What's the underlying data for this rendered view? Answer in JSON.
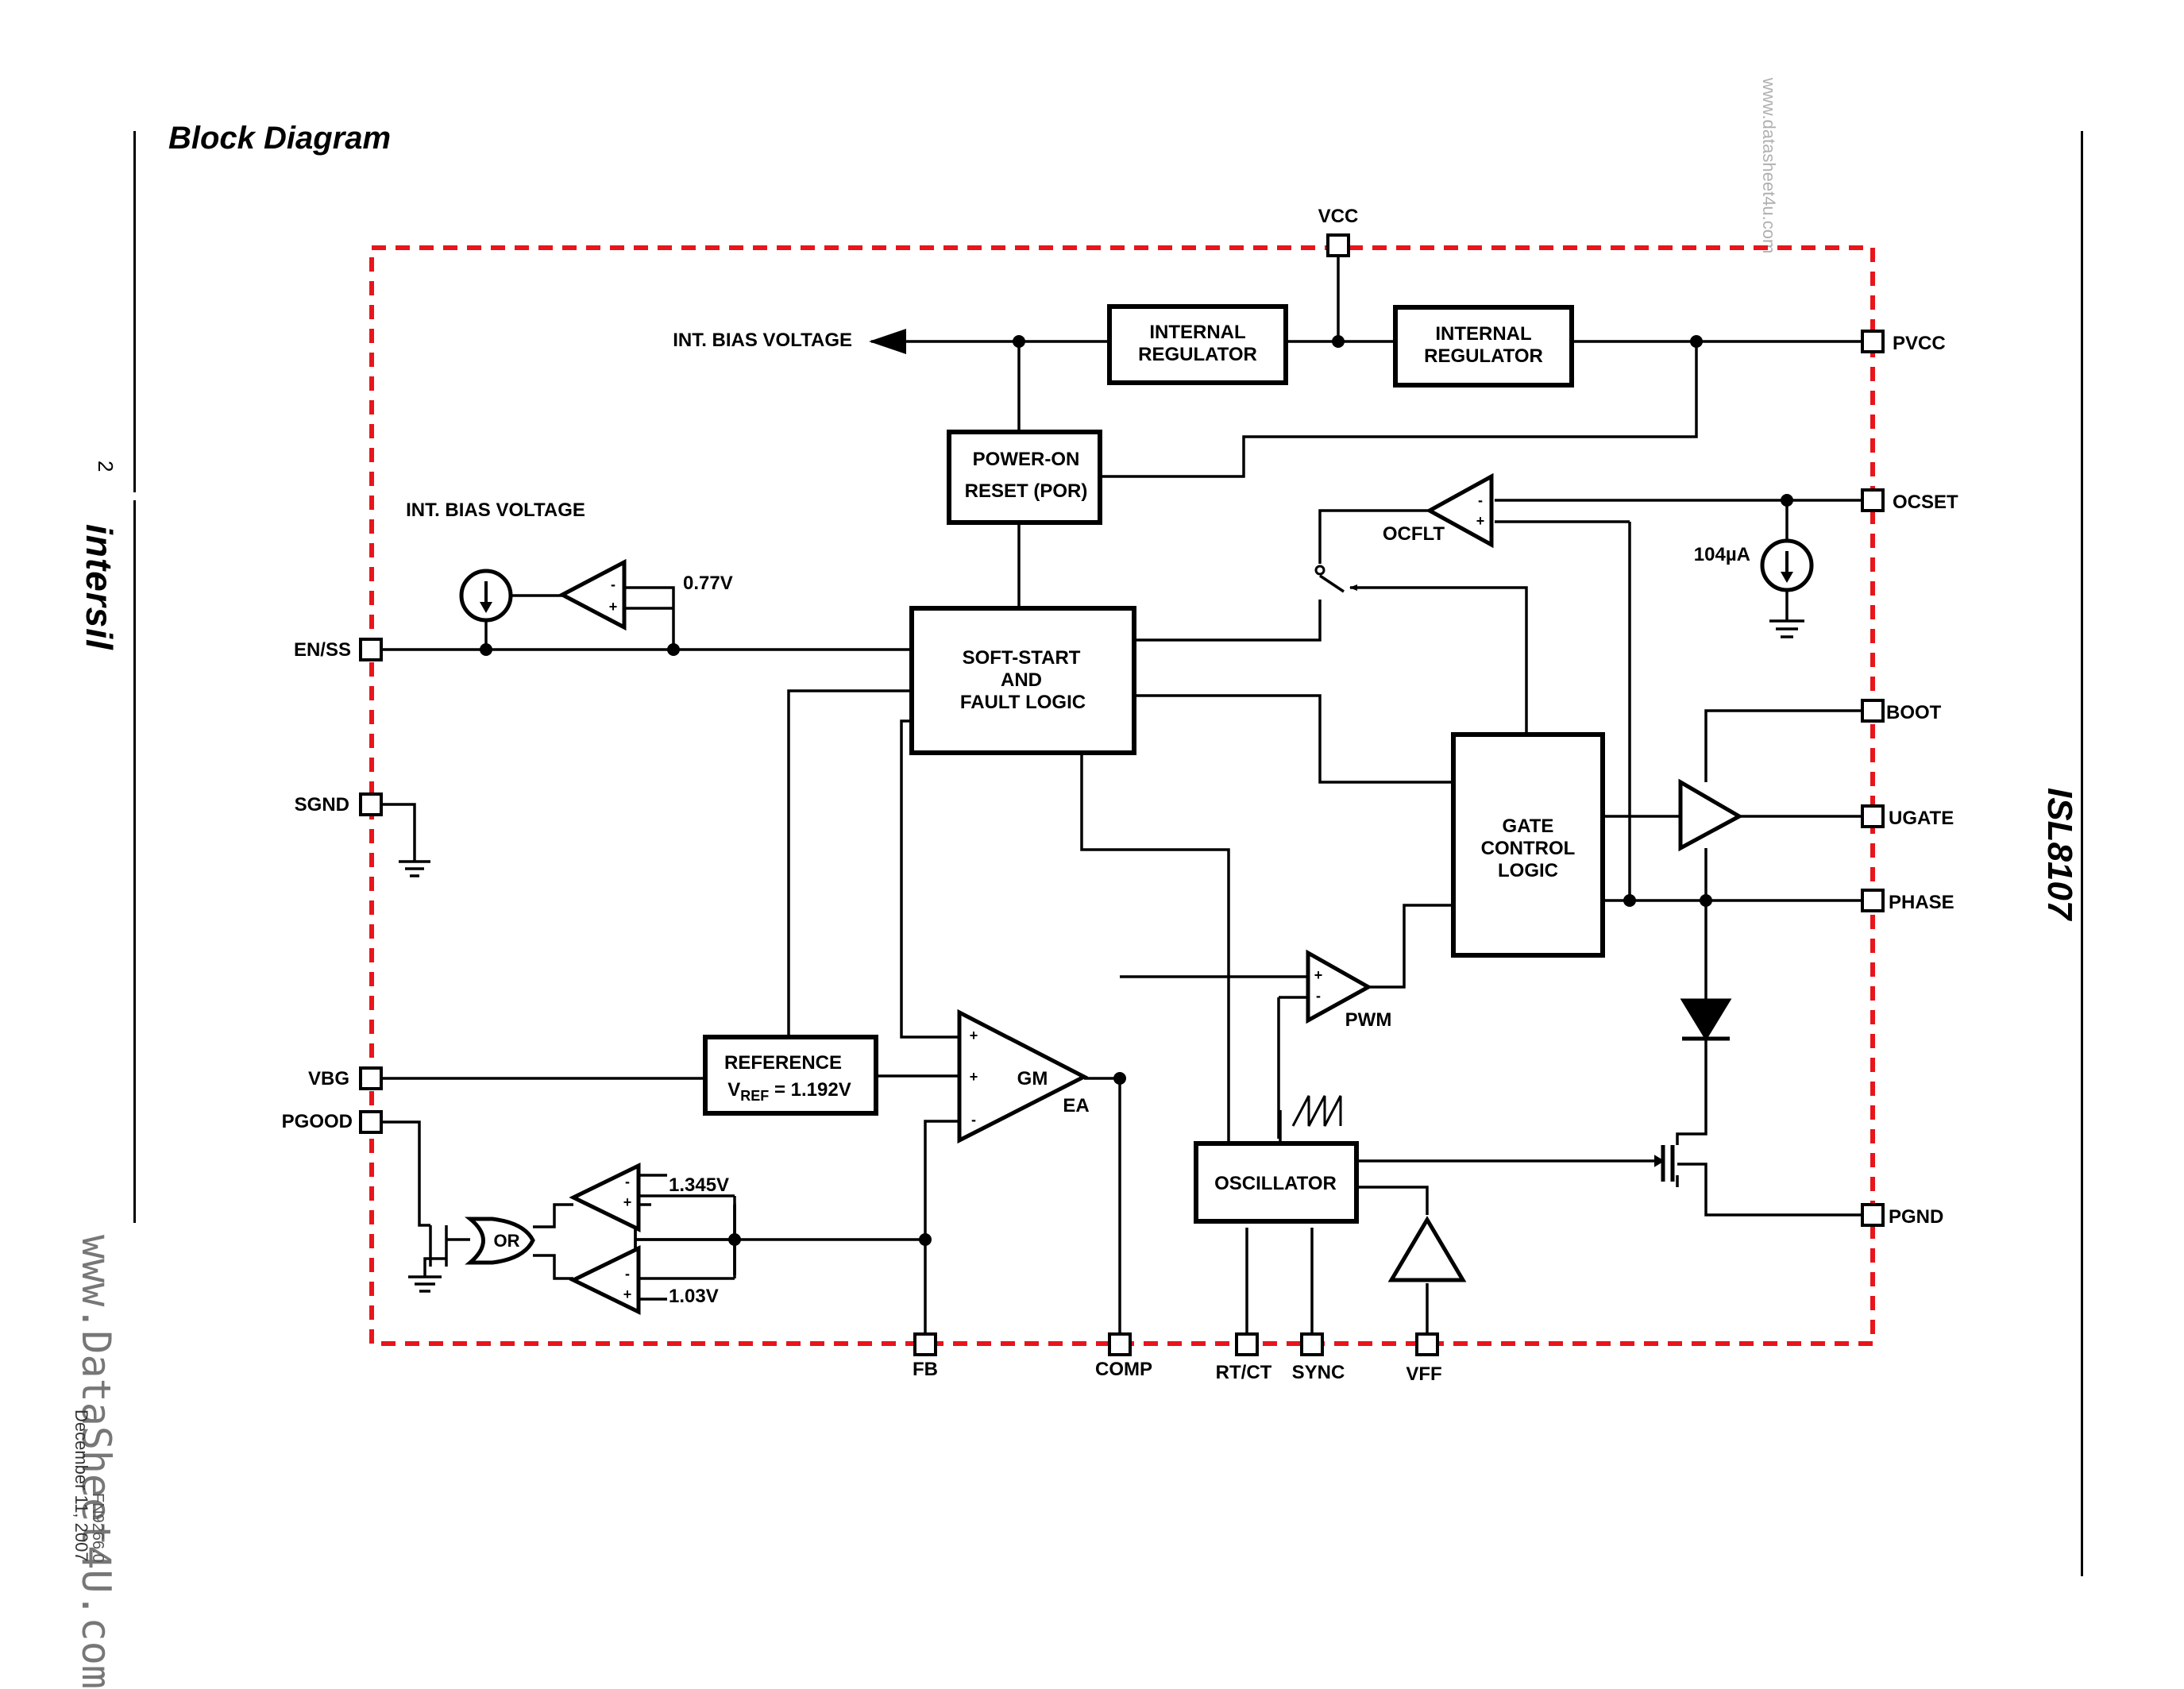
{
  "page": {
    "heading": "Block Diagram",
    "part_number": "ISL8107",
    "page_number": "2",
    "logo_text": "intersil",
    "watermark_top": "www.datasheet4u.com",
    "watermark_side": "www.DataSheet4U.com",
    "footer_fn": "FN9266.0",
    "footer_date": "December 11, 2007"
  },
  "pins": {
    "vcc": "VCC",
    "pvcc": "PVCC",
    "ocset": "OCSET",
    "boot": "BOOT",
    "ugate": "UGATE",
    "phase": "PHASE",
    "pgnd": "PGND",
    "en_ss": "EN/SS",
    "sgnd": "SGND",
    "vbg": "VBG",
    "pgood": "PGOOD",
    "fb": "FB",
    "comp": "COMP",
    "rt_ct": "RT/CT",
    "sync": "SYNC",
    "vff": "VFF"
  },
  "blocks": {
    "int_reg_1": [
      "INTERNAL",
      "REGULATOR"
    ],
    "int_reg_2": [
      "INTERNAL",
      "REGULATOR"
    ],
    "por": [
      "POWER-ON",
      "RESET (POR)"
    ],
    "soft_start": [
      "SOFT-START",
      "AND",
      "FAULT LOGIC"
    ],
    "gate_control": [
      "GATE",
      "CONTROL",
      "LOGIC"
    ],
    "reference_title": "REFERENCE",
    "reference_v": "V",
    "reference_sub": "REF",
    "reference_value": " = 1.192V",
    "oscillator": "OSCILLATOR"
  },
  "labels": {
    "int_bias_top": "INT. BIAS VOLTAGE",
    "int_bias_left": "INT. BIAS VOLTAGE",
    "v_077": "0.77V",
    "ocflt": "OCFLT",
    "current_104": "104µA",
    "pwm": "PWM",
    "gm": "GM",
    "ea": "EA",
    "or_gate": "OR",
    "v_1345": "1.345V",
    "v_103": "1.03V",
    "minus": "-",
    "plus": "+"
  }
}
